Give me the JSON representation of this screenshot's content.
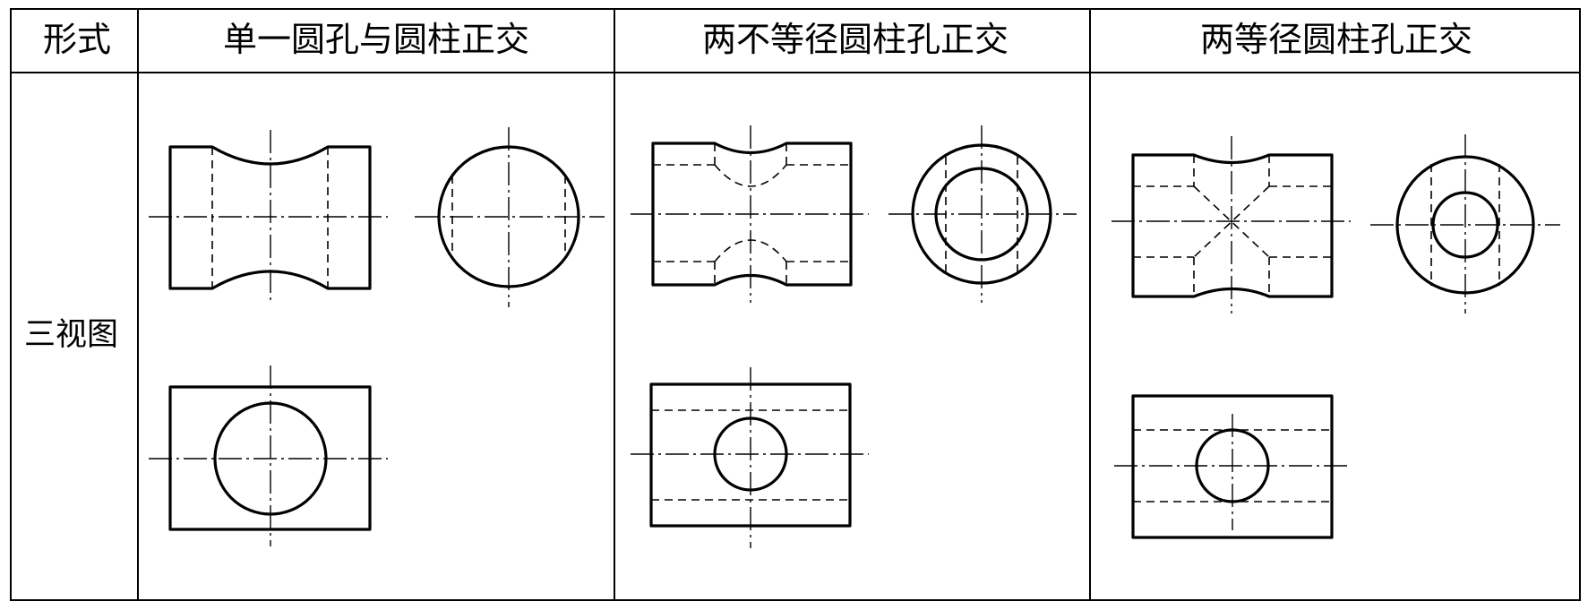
{
  "table": {
    "headers": [
      "形式",
      "单一圆孔与圆柱正交",
      "两不等径圆柱孔正交",
      "两等径圆柱孔正交"
    ],
    "row_label": "三视图"
  },
  "figures": [
    {
      "header_index": 1,
      "views": [
        "front-view",
        "side-view",
        "top-view"
      ]
    },
    {
      "header_index": 2,
      "views": [
        "front-view",
        "side-view",
        "top-view"
      ]
    },
    {
      "header_index": 3,
      "views": [
        "front-view",
        "side-view",
        "top-view"
      ]
    }
  ]
}
